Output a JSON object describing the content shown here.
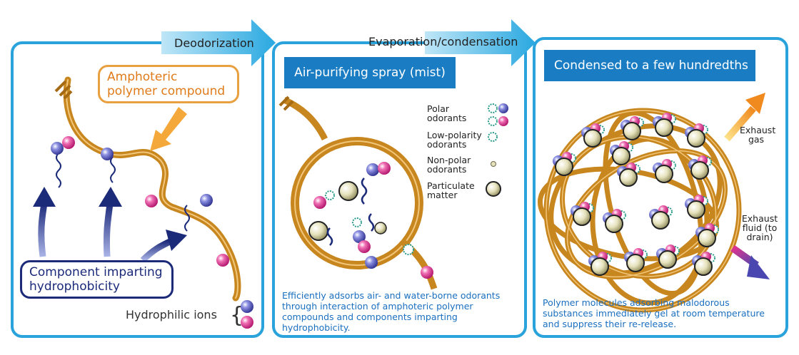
{
  "flow": {
    "step1": "Deodorization",
    "step2": "Evaporation/condensation"
  },
  "panel1": {
    "polymer_label": "Amphoteric polymer compound",
    "component_label": "Component imparting hydrophobicity",
    "ions_label": "Hydrophilic ions"
  },
  "panel2": {
    "title": "Air-purifying spray (mist)",
    "legend": [
      {
        "label": "Polar odorants"
      },
      {
        "label": "Low-polarity odorants"
      },
      {
        "label": "Non-polar odorants"
      },
      {
        "label": "Particulate matter"
      }
    ],
    "caption": "Efficiently adsorbs air- and water-borne odorants through interaction of amphoteric polymer compounds and components imparting hydrophobicity."
  },
  "panel3": {
    "title": "Condensed to a few hundredths",
    "exhaust_gas": "Exhaust gas",
    "exhaust_fluid": "Exhaust fluid (to drain)",
    "caption": "Polymer molecules adsorbing malodorous substances immediately gel at room temperature and suppress their re-release."
  },
  "colors": {
    "panel_border": "#2aa3dc",
    "title_bg": "#1a7dc4",
    "polymer": "#c8861e",
    "orange_text": "#e07b1a",
    "navy": "#1c2a7a",
    "ion_pink": "#e0338f",
    "ion_purple": "#5b5fc0"
  }
}
